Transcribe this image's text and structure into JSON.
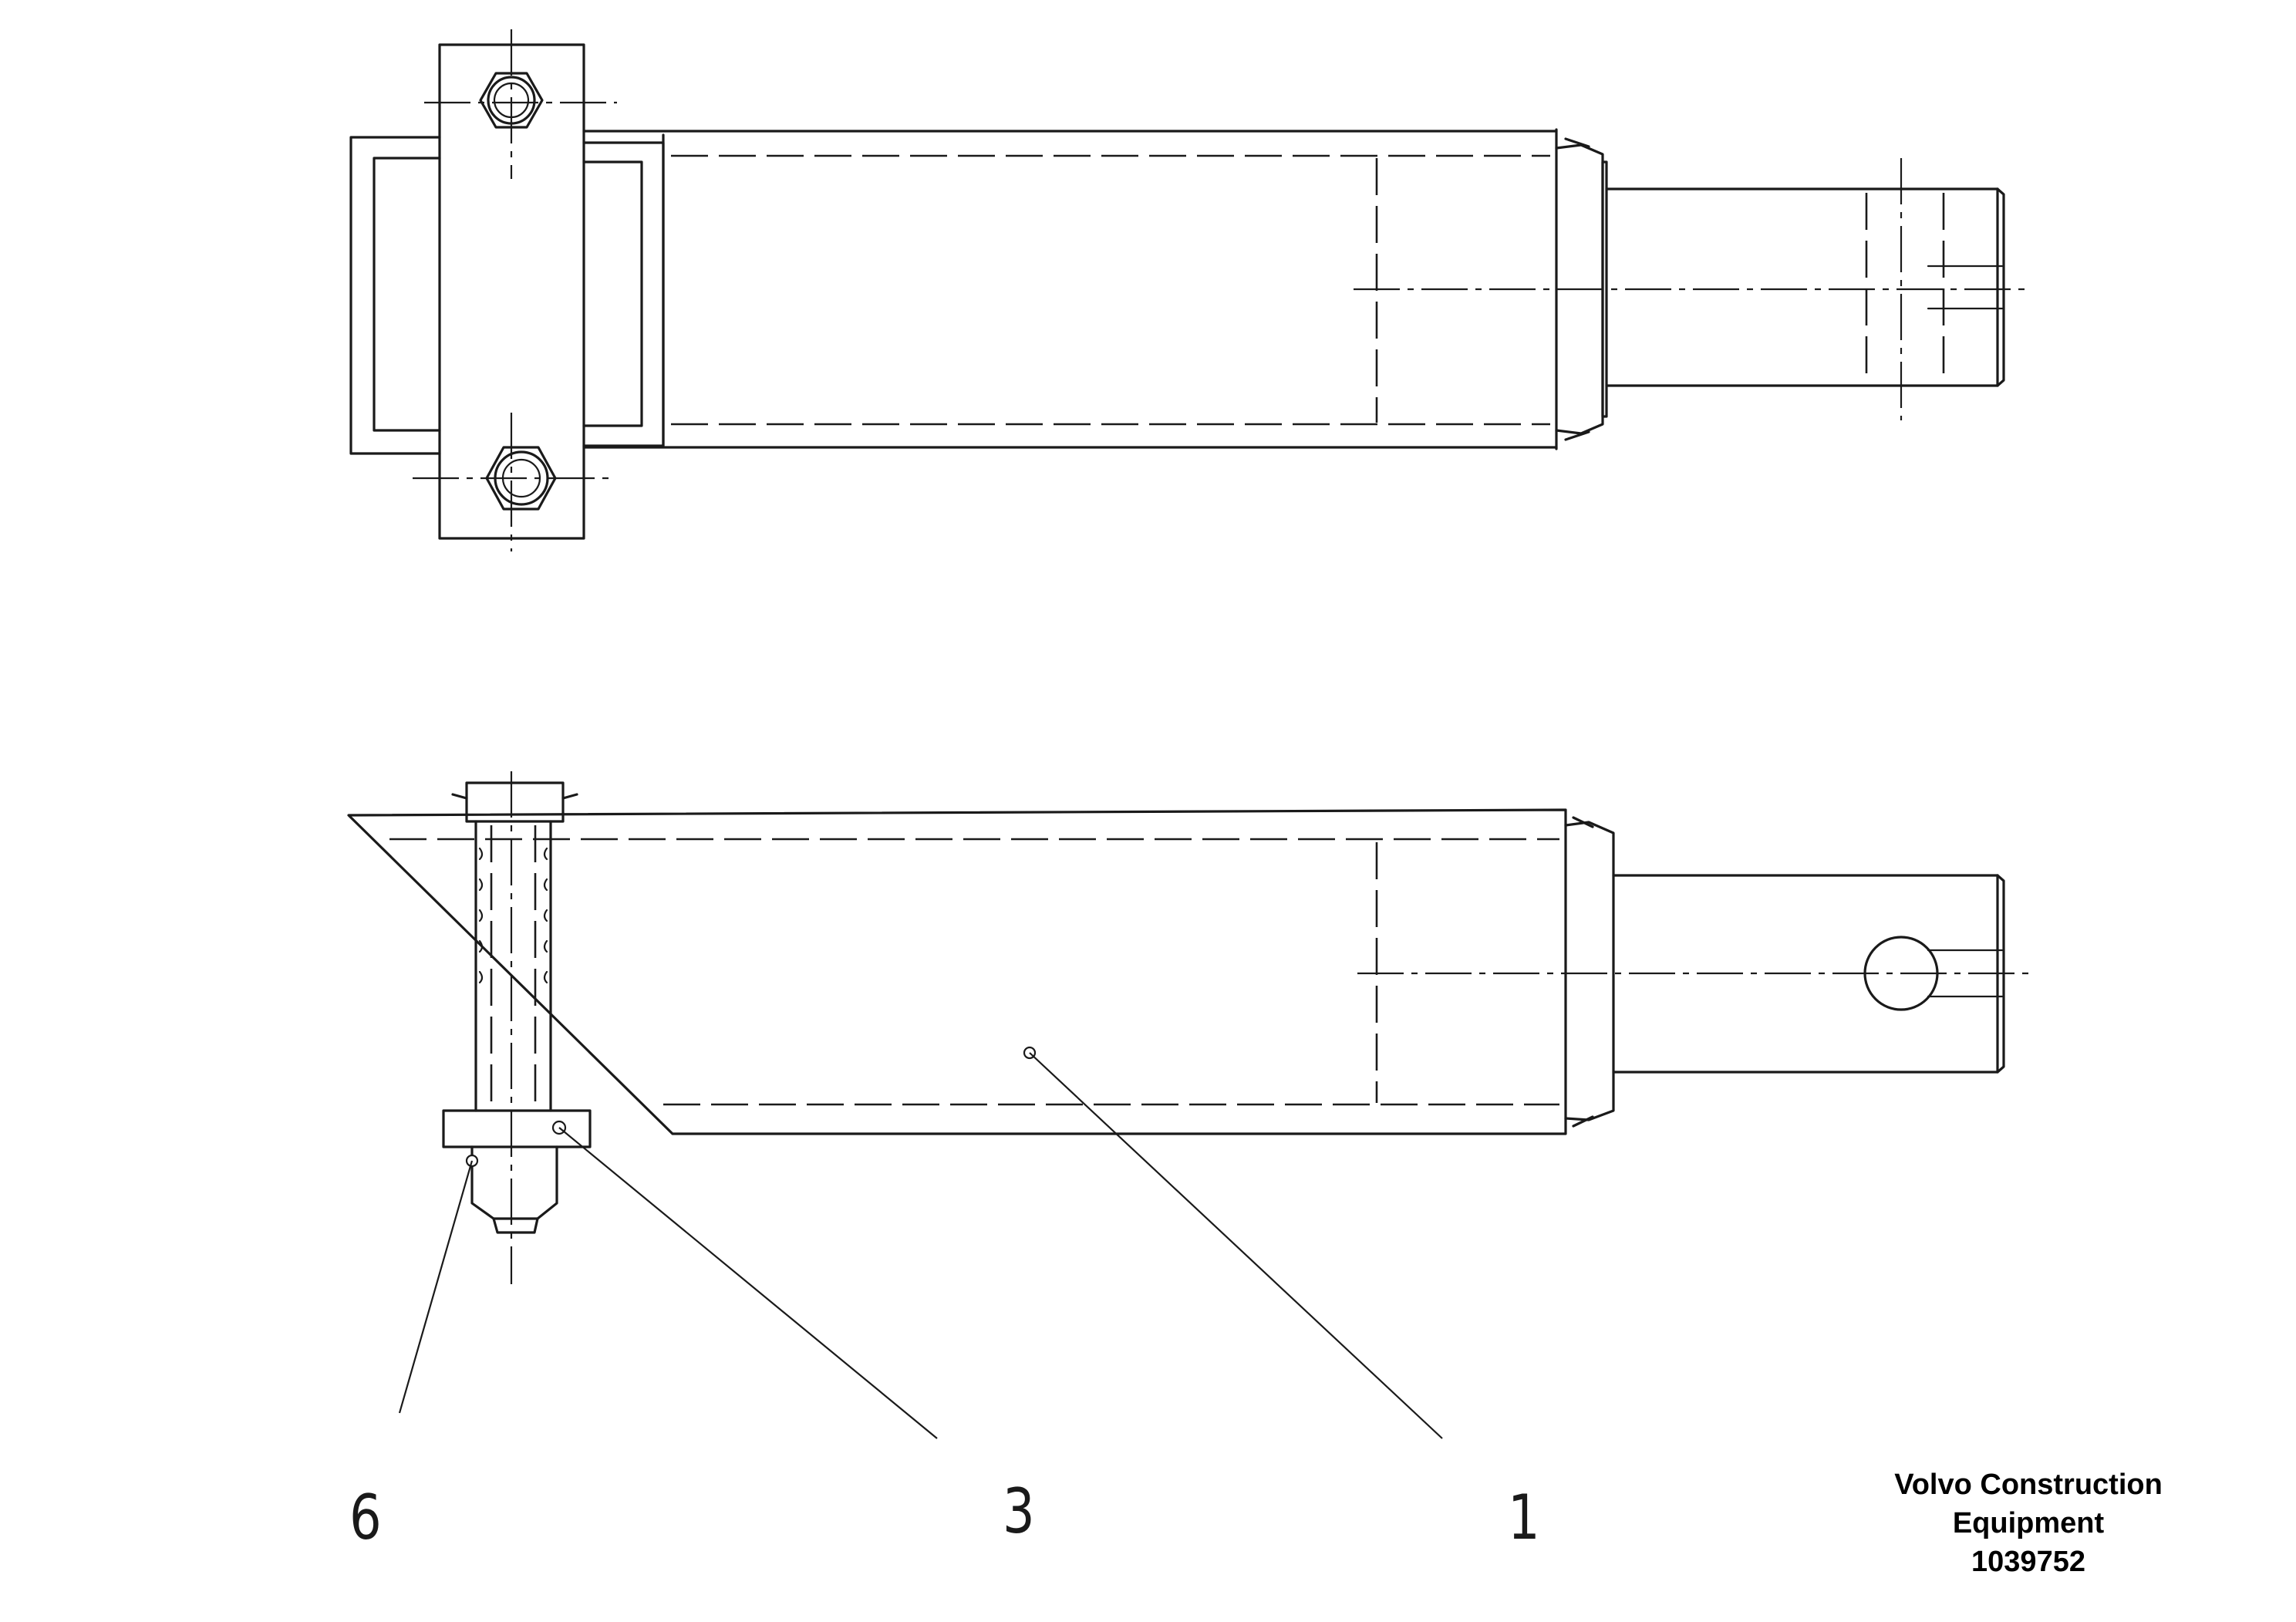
{
  "callouts": [
    {
      "id": "6",
      "label": "6"
    },
    {
      "id": "3",
      "label": "3"
    },
    {
      "id": "1",
      "label": "1"
    }
  ],
  "credit": {
    "line1": "Volvo Construction",
    "line2": "Equipment",
    "drawing_number": "1039752"
  }
}
